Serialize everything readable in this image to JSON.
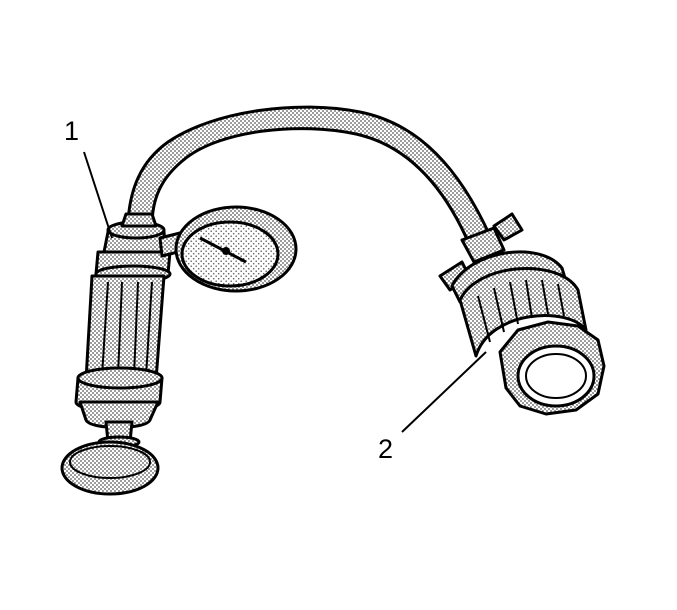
{
  "diagram": {
    "callouts": [
      {
        "id": "1",
        "text": "1"
      },
      {
        "id": "2",
        "text": "2"
      }
    ],
    "colors": {
      "ink": "#000000",
      "shading": "#d6d6d6",
      "background": "#ffffff"
    }
  }
}
